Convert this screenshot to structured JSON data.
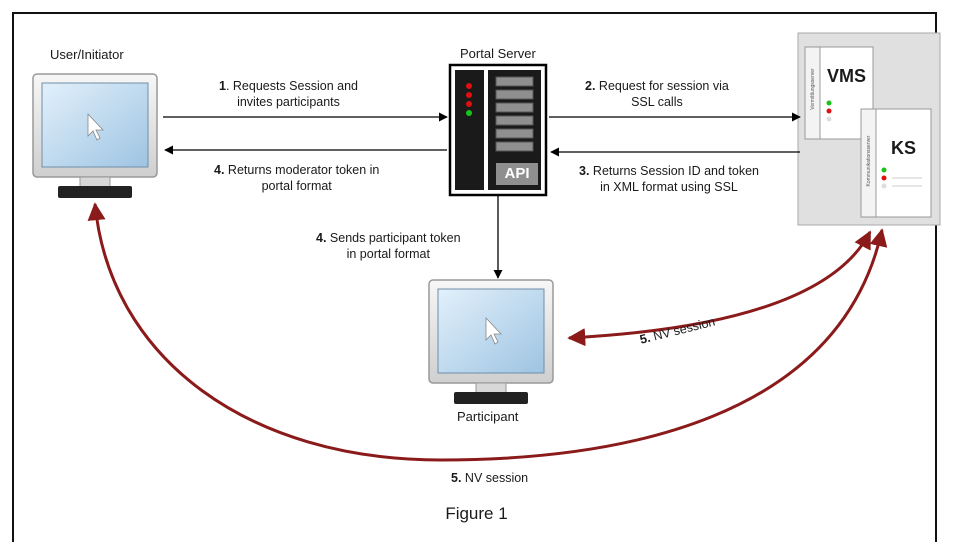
{
  "nodes": {
    "user": {
      "title": "User/Initiator"
    },
    "portal": {
      "title": "Portal Server",
      "api_label": "API"
    },
    "participant": {
      "title": "Participant"
    },
    "vms": {
      "label": "VMS",
      "side_label": "Vermittlungsserver"
    },
    "ks": {
      "label": "KS",
      "side_label": "Kommunikationsserver"
    }
  },
  "steps": {
    "s1": {
      "num": "1",
      "line1": ". Requests Session and",
      "line2": "invites participants"
    },
    "s2": {
      "num": "2.",
      "line1": " Request for session via",
      "line2": "SSL calls"
    },
    "s3": {
      "num": "3.",
      "line1": " Returns Session ID and token",
      "line2": "in XML format using SSL"
    },
    "s4a": {
      "num": "4.",
      "line1": " Returns moderator token in",
      "line2": "portal format"
    },
    "s4b": {
      "num": "4.",
      "line1": " Sends participant token",
      "line2": "in portal format"
    },
    "s5a": {
      "num": "5.",
      "text": " NV session"
    },
    "s5b": {
      "num": "5.",
      "text": " NV session"
    }
  },
  "caption": "Figure 1",
  "colors": {
    "arrow": "#000000",
    "nv_session": "#8b1a1a",
    "led_red": "#e01010",
    "led_green": "#19c419",
    "screen": "#b9d7ee"
  }
}
